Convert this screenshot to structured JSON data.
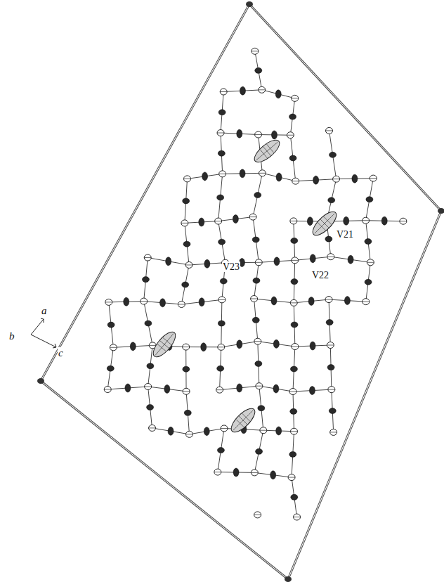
{
  "diagram": {
    "labels": [
      "V21",
      "V22",
      "V23",
      "a",
      "b",
      "c"
    ]
  }
}
